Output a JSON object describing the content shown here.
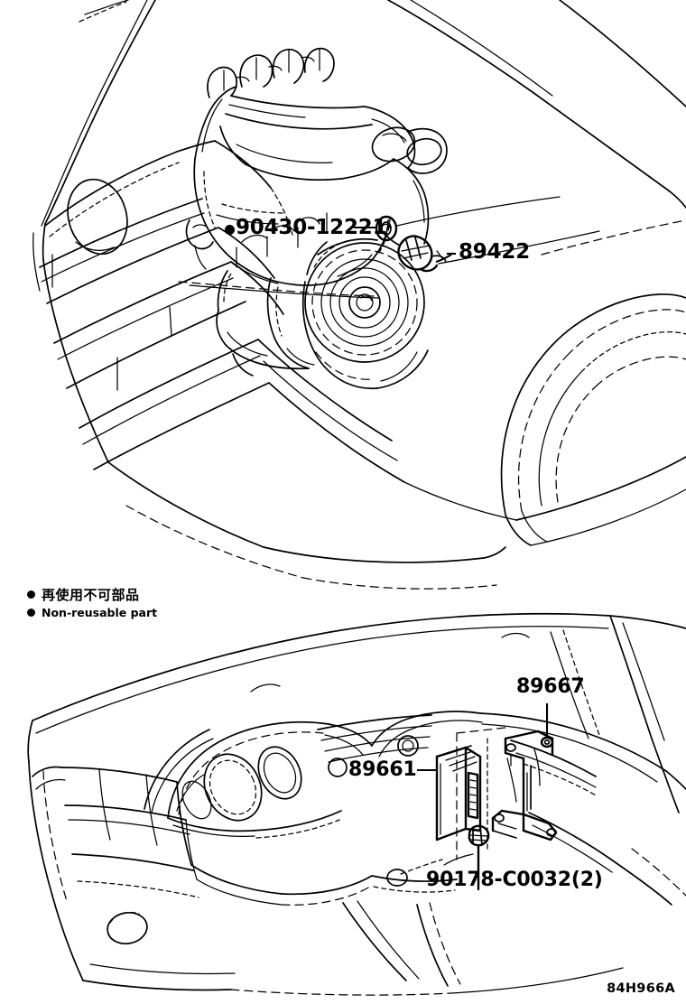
{
  "sheet": {
    "id": "84H966A",
    "background_color": "#ffffff",
    "line_color": "#000000"
  },
  "legend": {
    "japanese": "再使用不可部品",
    "english": "Non-reusable part",
    "marker": "filled-circle"
  },
  "upper_figure": {
    "name": "engine-compartment-view",
    "description": "Front of vehicle with engine, crankshaft pulley and front wheel arch",
    "callouts": [
      {
        "id": "callout-90430",
        "text": "90430-12221",
        "marker": "filled-circle",
        "non_reusable": true,
        "target": "gasket ring at sensor port"
      },
      {
        "id": "callout-89422",
        "text": "89422",
        "marker": "none",
        "non_reusable": false,
        "target": "coolant temperature sensor"
      }
    ]
  },
  "lower_figure": {
    "name": "instrument-panel-view",
    "description": "Dashboard with instrument cluster, ECU module and mounting bracket",
    "callouts": [
      {
        "id": "callout-89667",
        "text": "89667",
        "marker": "none",
        "non_reusable": false,
        "target": "bracket mounting point"
      },
      {
        "id": "callout-89661",
        "text": "89661",
        "marker": "none",
        "non_reusable": false,
        "target": "engine control computer module"
      },
      {
        "id": "callout-90178",
        "text": "90178-C0032(2)",
        "marker": "none",
        "non_reusable": false,
        "target": "mounting nut, quantity 2"
      }
    ]
  }
}
